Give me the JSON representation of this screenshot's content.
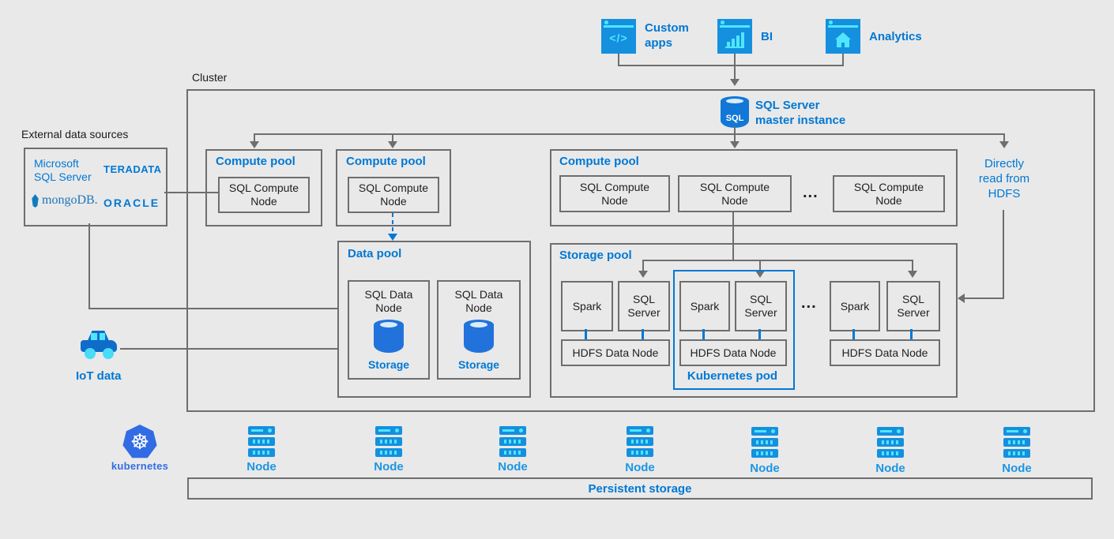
{
  "colors": {
    "accent_blue": "#0078D4",
    "icon_blue": "#1490DF",
    "cyan": "#50E6FF",
    "kubernetes_blue": "#326CE5",
    "line_gray": "#6E6E6E",
    "background": "#E9E9E9"
  },
  "apps": {
    "custom": {
      "label": "Custom\napps",
      "icon": "code-window-icon",
      "glyph": "</>"
    },
    "bi": {
      "label": "BI",
      "icon": "bar-chart-window-icon"
    },
    "analytics": {
      "label": "Analytics",
      "icon": "home-window-icon"
    }
  },
  "cluster": {
    "label": "Cluster",
    "master": {
      "label": "SQL Server\nmaster instance",
      "icon": "sql-database-icon",
      "icon_text": "SQL"
    },
    "compute_pool_1": {
      "title": "Compute pool",
      "node": "SQL Compute\nNode"
    },
    "compute_pool_2": {
      "title": "Compute pool",
      "node": "SQL Compute\nNode"
    },
    "compute_pool_3": {
      "title": "Compute pool",
      "node_1": "SQL Compute\nNode",
      "node_2": "SQL Compute\nNode",
      "node_3": "SQL Compute\nNode",
      "ellipsis": "..."
    },
    "data_pool": {
      "title": "Data pool",
      "node_1": {
        "label": "SQL Data\nNode",
        "storage": "Storage",
        "icon": "database-cylinder-icon"
      },
      "node_2": {
        "label": "SQL Data\nNode",
        "storage": "Storage",
        "icon": "database-cylinder-icon"
      }
    },
    "storage_pool": {
      "title": "Storage pool",
      "ellipsis": "...",
      "group_1": {
        "spark": "Spark",
        "sql": "SQL\nServer",
        "hdfs": "HDFS Data Node"
      },
      "group_2": {
        "spark": "Spark",
        "sql": "SQL\nServer",
        "hdfs": "HDFS Data Node"
      },
      "group_3": {
        "spark": "Spark",
        "sql": "SQL\nServer",
        "hdfs": "HDFS Data Node"
      },
      "pod_label": "Kubernetes pod"
    },
    "directly_read": "Directly\nread from\nHDFS"
  },
  "external": {
    "label": "External data sources",
    "microsoft": "Microsoft\nSQL Server",
    "teradata": "TERADATA",
    "mongodb": "mongoDB.",
    "oracle": "ORACLE",
    "mongo_icon": "mongodb-leaf-icon"
  },
  "iot": {
    "label": "IoT data",
    "icon": "car-icon"
  },
  "infra": {
    "kubernetes": {
      "label": "kubernetes",
      "icon": "kubernetes-helm-icon",
      "glyph": "☸"
    },
    "nodes": [
      {
        "label": "Node"
      },
      {
        "label": "Node"
      },
      {
        "label": "Node"
      },
      {
        "label": "Node"
      },
      {
        "label": "Node"
      },
      {
        "label": "Node"
      },
      {
        "label": "Node"
      }
    ],
    "persistent_storage": "Persistent storage"
  }
}
